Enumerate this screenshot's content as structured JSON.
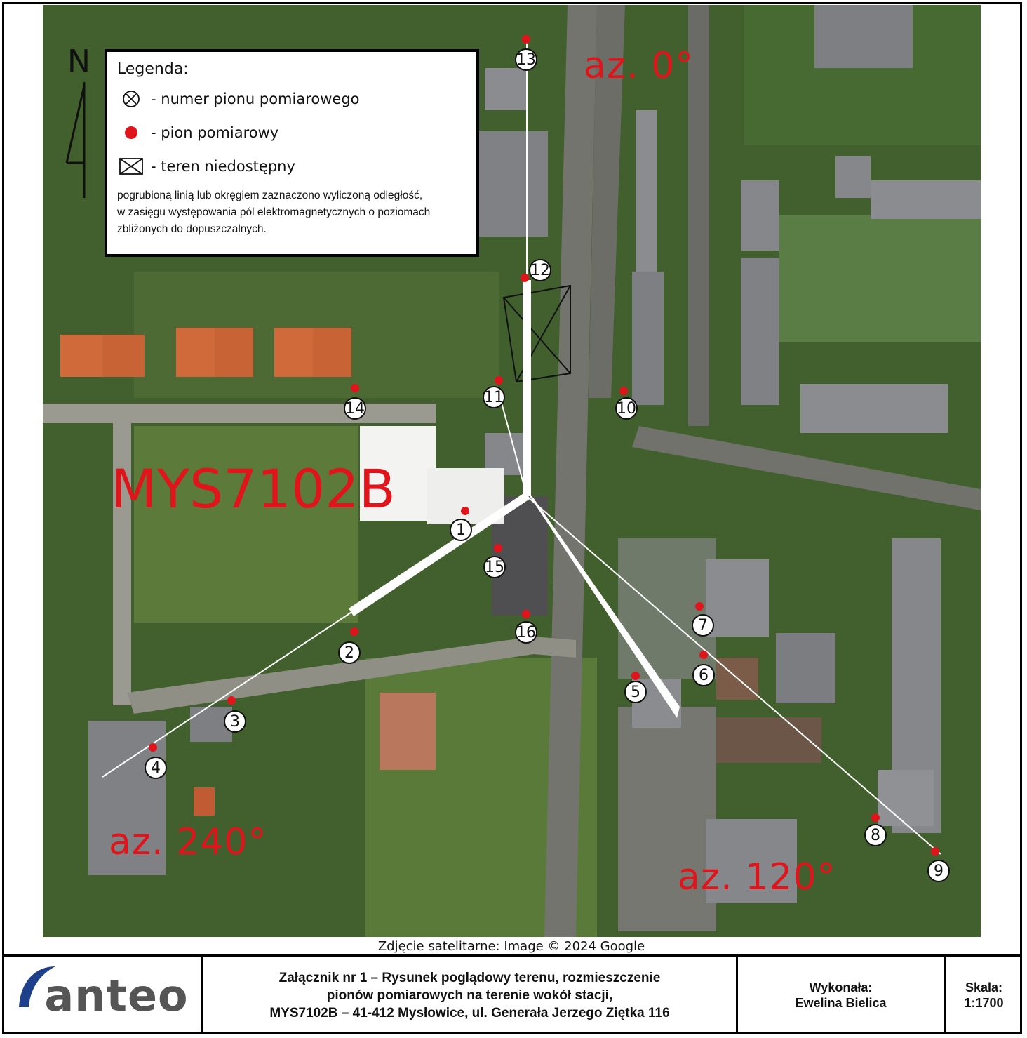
{
  "legend": {
    "title": "Legenda:",
    "item_number": "- numer pionu pomiarowego",
    "item_point": "- pion pomiarowy",
    "item_inaccessible": "- teren niedostępny",
    "note_line1": "pogrubioną linią lub okręgiem zaznaczono wyliczoną odległość,",
    "note_line2": "w zasięgu występowania pól elektromagnetycznych o poziomach",
    "note_line3": "zbliżonych do dopuszczalnych."
  },
  "north_label": "N",
  "station_label": "MYS7102B",
  "azimuths": [
    {
      "label": "az. 0°"
    },
    {
      "label": "az. 120°"
    },
    {
      "label": "az. 240°"
    }
  ],
  "points": [
    {
      "n": "1"
    },
    {
      "n": "2"
    },
    {
      "n": "3"
    },
    {
      "n": "4"
    },
    {
      "n": "5"
    },
    {
      "n": "6"
    },
    {
      "n": "7"
    },
    {
      "n": "8"
    },
    {
      "n": "9"
    },
    {
      "n": "10"
    },
    {
      "n": "11"
    },
    {
      "n": "12"
    },
    {
      "n": "13"
    },
    {
      "n": "14"
    },
    {
      "n": "15"
    },
    {
      "n": "16"
    }
  ],
  "caption": "Zdjęcie satelitarne: Image © 2024 Google",
  "footer": {
    "logo": "anteo",
    "title_line1": "Załącznik nr 1 – Rysunek poglądowy terenu, rozmieszczenie",
    "title_line2": "pionów pomiarowych na terenie wokół stacji,",
    "title_line3": "MYS7102B – 41-412 Mysłowice, ul. Generała Jerzego Ziętka 116",
    "author_label": "Wykonała:",
    "author_name": "Ewelina Bielica",
    "scale_label": "Skala:",
    "scale_value": "1:1700"
  },
  "colors": {
    "marker": "#e0141b",
    "vegetation": "#3f5a2c",
    "road": "#6f6f6a",
    "roof": "#8a8c90",
    "orange_roof": "#d06a3a"
  }
}
